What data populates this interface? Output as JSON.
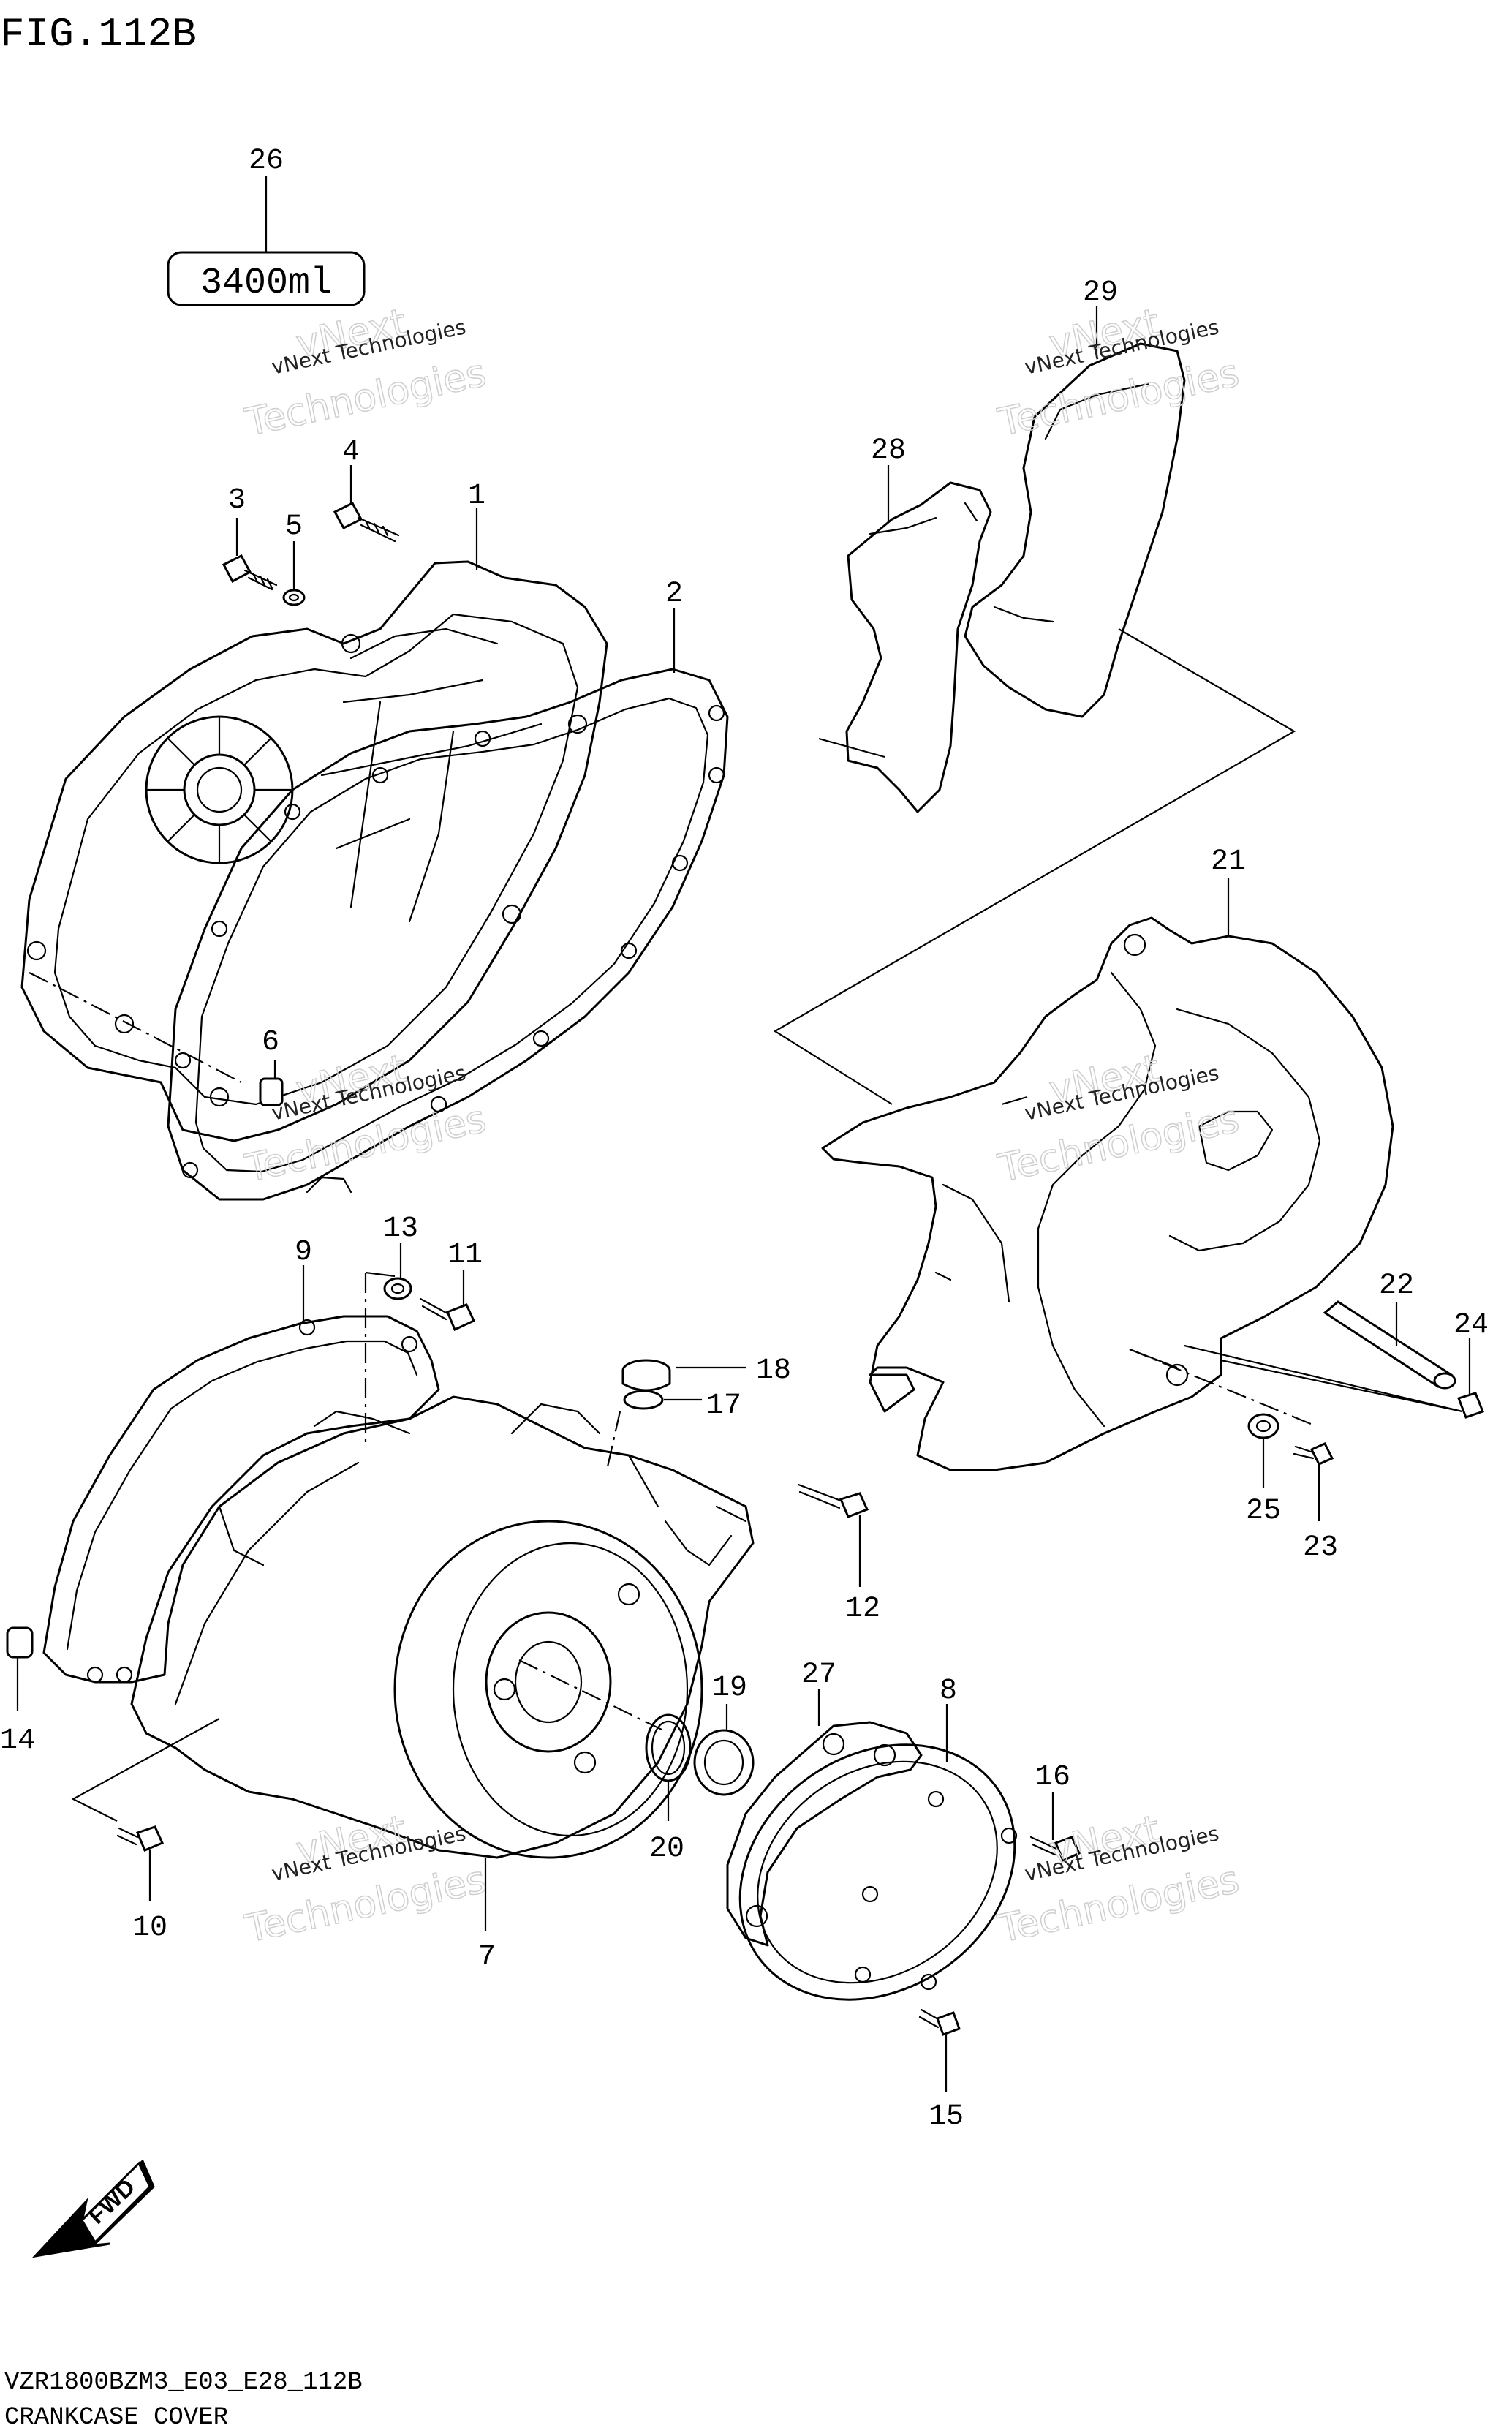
{
  "header": {
    "figure": "FIG.112B"
  },
  "capacity_box": {
    "text": "3400ml"
  },
  "footer": {
    "model_code": "VZR1800BZM3_E03_E28_112B",
    "section_title": "CRANKCASE COVER"
  },
  "fwd_badge": {
    "text": "FWD"
  },
  "watermark": {
    "line1": "vNext Technologies",
    "line2": "vNext",
    "line3": "Technologies"
  },
  "callouts": {
    "c1": "1",
    "c2": "2",
    "c3": "3",
    "c4": "4",
    "c5": "5",
    "c6": "6",
    "c7": "7",
    "c8": "8",
    "c9": "9",
    "c10": "10",
    "c11": "11",
    "c12": "12",
    "c13": "13",
    "c14": "14",
    "c15": "15",
    "c16": "16",
    "c17": "17",
    "c18": "18",
    "c19": "19",
    "c20": "20",
    "c21": "21",
    "c22": "22",
    "c23": "23",
    "c24": "24",
    "c25": "25",
    "c26": "26",
    "c27": "27",
    "c28": "28",
    "c29": "29"
  }
}
